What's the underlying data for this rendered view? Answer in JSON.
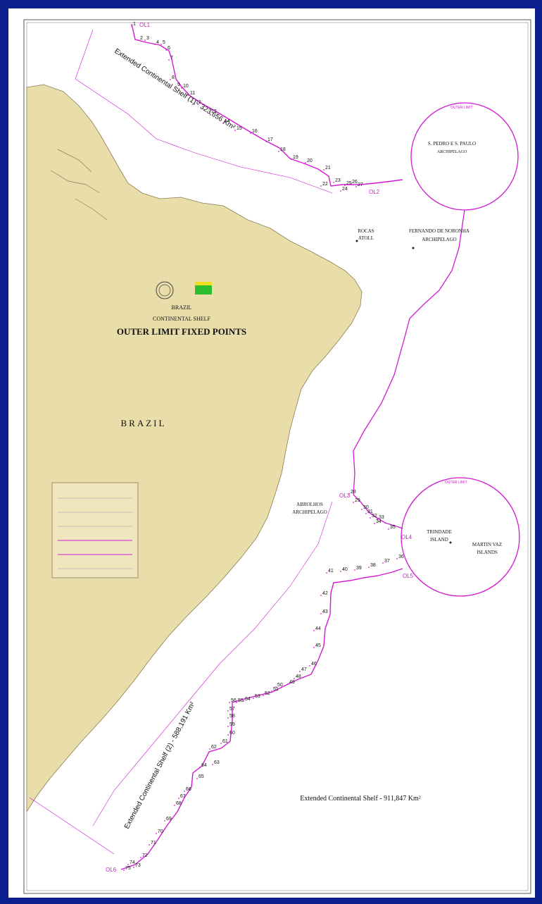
{
  "title": {
    "country": "BRAZIL",
    "subtitle": "CONTINENTAL SHELF",
    "main": "OUTER LIMIT FIXED POINTS"
  },
  "land_label": "BRAZIL",
  "labels": {
    "shelf1": "Extended Continental Shelf (1) - 323,656 Km²",
    "shelf2": "Extended Continental Shelf (2) - 588,191 Km²",
    "total": "Extended Continental Shelf - 911,847 Km²",
    "spsp1": "S. PEDRO E S. PAULO",
    "spsp2": "ARCHIPELAGO",
    "rocas1": "ROCAS",
    "rocas2": "ATOLL",
    "fern1": "FERNANDO DE NORONHA",
    "fern2": "ARCHIPELAGO",
    "abro1": "ABROLHOS",
    "abro2": "ARCHIPELAGO",
    "trin1": "TRINDADE",
    "trin2": "ISLAND",
    "mv1": "MARTIN VAZ",
    "mv2": "ISLANDS",
    "outer_limit": "OUTER LIMIT"
  },
  "outer_limit_points": [
    "OL1",
    "OL2",
    "OL3",
    "OL4",
    "OL5",
    "OL6"
  ],
  "points_north": [
    "1",
    "2",
    "3",
    "4",
    "5",
    "6",
    "7",
    "8",
    "9",
    "10",
    "11",
    "12",
    "13",
    "14",
    "15",
    "16",
    "17",
    "18",
    "19",
    "20",
    "21",
    "22",
    "23",
    "24",
    "25",
    "26",
    "27"
  ],
  "points_south": [
    "28",
    "29",
    "30",
    "31",
    "32",
    "33",
    "34",
    "35",
    "36",
    "37",
    "38",
    "39",
    "40",
    "41",
    "42",
    "43",
    "44",
    "45",
    "46",
    "47",
    "48",
    "49",
    "50",
    "51",
    "52",
    "53",
    "54",
    "55",
    "56",
    "57",
    "58",
    "59",
    "60",
    "61",
    "62",
    "63",
    "64",
    "65",
    "66",
    "67",
    "68",
    "69",
    "70",
    "71",
    "72",
    "73",
    "74",
    "75"
  ],
  "colors": {
    "land": "#e9dda9",
    "limit": "#d21ad2",
    "frame": "#0a1f8c"
  }
}
